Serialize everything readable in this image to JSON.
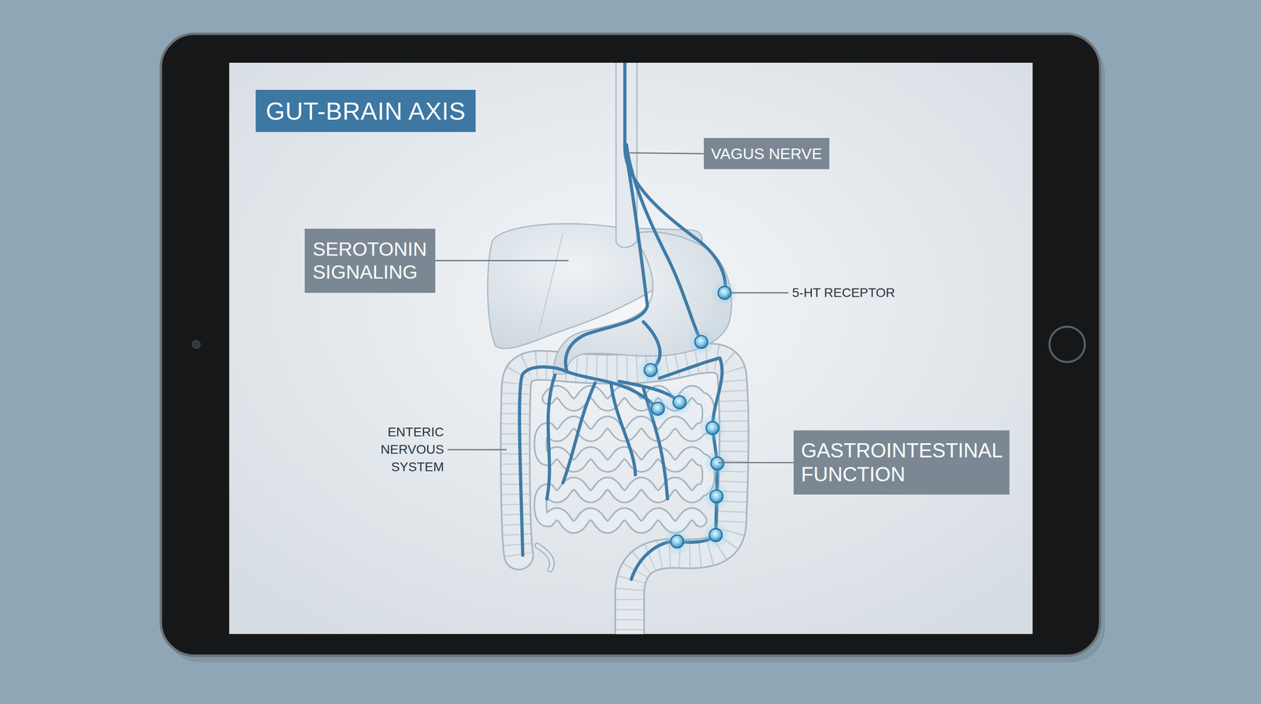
{
  "diagram": {
    "title": "GUT-BRAIN AXIS",
    "nodes": [
      {
        "text": [
          "VAGUS NERVE"
        ]
      },
      {
        "text": [
          "SEROTONIN SIGNALING"
        ]
      },
      {
        "text": [
          "GASTROINTESTINAL FUNCTION"
        ]
      }
    ],
    "labels": [
      "5-HT RECEPTOR",
      "ENTERIC NERVOUS SYSTEM"
    ]
  }
}
